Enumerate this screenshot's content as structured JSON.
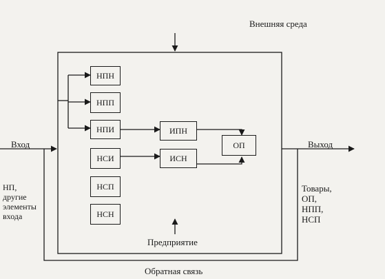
{
  "labels": {
    "environment": "Внешняя среда",
    "input": "Вход",
    "output": "Выход",
    "enterprise": "Предприятие",
    "feedback": "Обратная связь"
  },
  "blocks": {
    "npn": "НПН",
    "npp": "НПП",
    "npi": "НПИ",
    "nsi": "НСИ",
    "nsp": "НСП",
    "nsn": "НСН",
    "ipn": "ИПН",
    "isn": "ИСН",
    "op": "ОП"
  },
  "left_note": [
    "НП,",
    "другие",
    "элементы",
    "входа"
  ],
  "right_note": [
    "Товары,",
    "ОП,",
    "НПП,",
    "НСП"
  ]
}
